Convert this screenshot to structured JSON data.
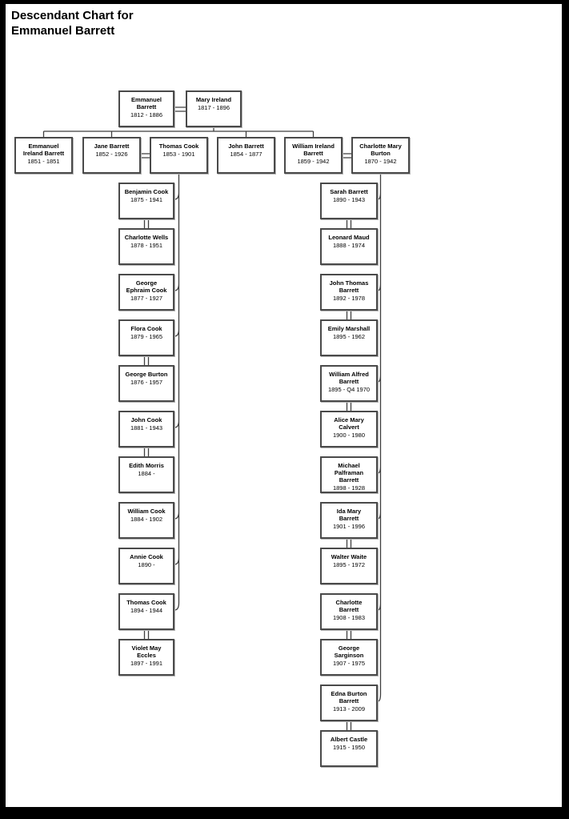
{
  "title": {
    "line1": "Descendant Chart for",
    "line2": "Emmanuel Barrett"
  },
  "colors": {
    "line": "#3f3f3f",
    "box_border": "#4a4a4a",
    "box_fill": "#ffffff",
    "text": "#000000",
    "frame": "#000000"
  },
  "generation1": {
    "husband": {
      "name": "Emmanuel\nBarrett",
      "dates": "1812 - 1886"
    },
    "wife": {
      "name": "Mary Ireland",
      "dates": "1817 - 1896"
    }
  },
  "generation2": [
    {
      "name": "Emmanuel\nIreland Barrett",
      "dates": "1851 - 1851",
      "role": "child"
    },
    {
      "name": "Jane Barrett",
      "dates": "1852 - 1926",
      "role": "child"
    },
    {
      "name": "Thomas Cook",
      "dates": "1853 - 1901",
      "role": "spouse"
    },
    {
      "name": "John Barrett",
      "dates": "1854 - 1877",
      "role": "child"
    },
    {
      "name": "William Ireland\nBarrett",
      "dates": "1859 - 1942",
      "role": "child"
    },
    {
      "name": "Charlotte Mary\nBurton",
      "dates": "1870 - 1942",
      "role": "spouse"
    }
  ],
  "left_column": [
    {
      "name": "Benjamin Cook",
      "dates": "1875 - 1941",
      "role": "child"
    },
    {
      "name": "Charlotte Wells",
      "dates": "1878 - 1951",
      "role": "spouse"
    },
    {
      "name": "George\nEphraim Cook",
      "dates": "1877 - 1927",
      "role": "child"
    },
    {
      "name": "Flora Cook",
      "dates": "1879 - 1965",
      "role": "child"
    },
    {
      "name": "George Burton",
      "dates": "1876 - 1957",
      "role": "spouse"
    },
    {
      "name": "John Cook",
      "dates": "1881 - 1943",
      "role": "child"
    },
    {
      "name": "Edith Morris",
      "dates": "1884 -",
      "role": "spouse"
    },
    {
      "name": "William Cook",
      "dates": "1884 - 1902",
      "role": "child"
    },
    {
      "name": "Annie Cook",
      "dates": "1890 -",
      "role": "child"
    },
    {
      "name": "Thomas Cook",
      "dates": "1894 - 1944",
      "role": "child"
    },
    {
      "name": "Violet May\nEccles",
      "dates": "1897 - 1991",
      "role": "spouse"
    }
  ],
  "right_column": [
    {
      "name": "Sarah Barrett",
      "dates": "1890 - 1943",
      "role": "child"
    },
    {
      "name": "Leonard Maud",
      "dates": "1888 - 1974",
      "role": "spouse"
    },
    {
      "name": "John Thomas\nBarrett",
      "dates": "1892 - 1978",
      "role": "child"
    },
    {
      "name": "Emily Marshall",
      "dates": "1895 - 1962",
      "role": "spouse"
    },
    {
      "name": "William Alfred\nBarrett",
      "dates": "1895 - Q4 1970",
      "role": "child"
    },
    {
      "name": "Alice Mary\nCalvert",
      "dates": "1900 - 1980",
      "role": "spouse"
    },
    {
      "name": "Michael\nPalframan\nBarrett",
      "dates": "1898 - 1928",
      "role": "child"
    },
    {
      "name": "Ida Mary\nBarrett",
      "dates": "1901 - 1996",
      "role": "child"
    },
    {
      "name": "Walter Waite",
      "dates": "1895 - 1972",
      "role": "spouse"
    },
    {
      "name": "Charlotte\nBarrett",
      "dates": "1908 - 1983",
      "role": "child"
    },
    {
      "name": "George\nSarginson",
      "dates": "1907 - 1975",
      "role": "spouse"
    },
    {
      "name": "Edna Burton\nBarrett",
      "dates": "1913 - 2009",
      "role": "child"
    },
    {
      "name": "Albert Castle",
      "dates": "1915 - 1950",
      "role": "spouse"
    }
  ]
}
